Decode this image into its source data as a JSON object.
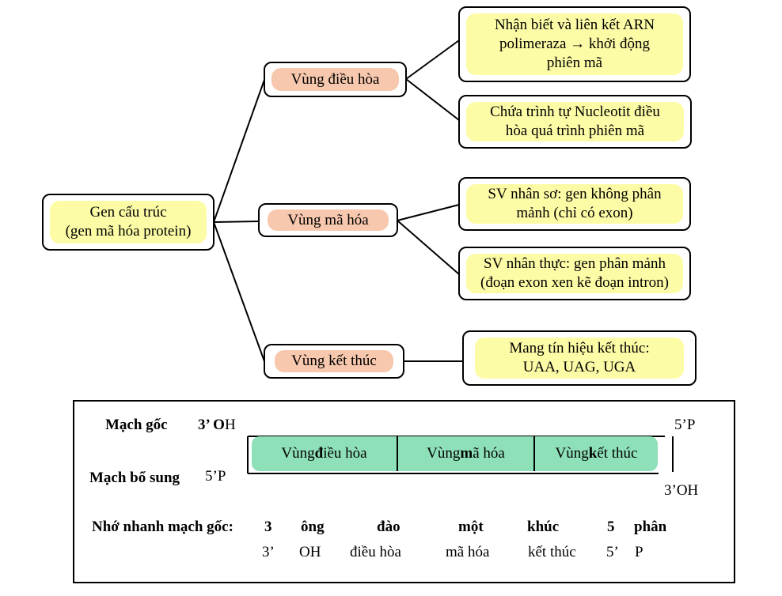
{
  "root": {
    "line1": "Gen cấu trúc",
    "line2": "(gen mã hóa protein)"
  },
  "regions": [
    {
      "label": "Vùng điều hòa"
    },
    {
      "label": "Vùng mã hóa"
    },
    {
      "label": "Vùng kết thúc"
    }
  ],
  "details": [
    {
      "line1": "Nhận biết và liên kết ARN",
      "line2": "polimeraza  → khởi động",
      "line3": "phiên mã"
    },
    {
      "line1": "Chứa trình tự Nucleotit  điều",
      "line2": "hòa quá trình phiên mã"
    },
    {
      "line1": "SV nhân sơ: gen không phân",
      "line2": "mảnh (chỉ có exon)"
    },
    {
      "line1": "SV nhân thực: gen phân mảnh",
      "line2": "(đoạn exon xen kẽ đoạn intron)"
    },
    {
      "line1": "Mang tín hiệu kết thúc:",
      "line2": "UAA, UAG, UGA"
    }
  ],
  "strands": {
    "template_label": "Mạch gốc",
    "template_left_prefix": "3’ O",
    "template_left_suffix": "H",
    "template_right": "5’P",
    "coding_label": "Mạch bổ sung",
    "coding_left": "5’P",
    "coding_right": "3’OH",
    "segments": [
      {
        "pre": "Vùng ",
        "bold": "đ",
        "post": "iều hòa"
      },
      {
        "pre": "Vùng ",
        "bold": "m",
        "post": "ã hóa"
      },
      {
        "pre": "Vùng ",
        "bold": "k",
        "post": "ết thúc"
      }
    ]
  },
  "mnemonic": {
    "label": "Nhớ nhanh mạch gốc:",
    "words": [
      "3",
      "ông",
      "đào",
      "một",
      "khúc",
      "5",
      "phân"
    ],
    "meanings": [
      "3’",
      "OH",
      "điều hòa",
      "mã hóa",
      "kết thúc",
      "5’",
      "P"
    ]
  }
}
